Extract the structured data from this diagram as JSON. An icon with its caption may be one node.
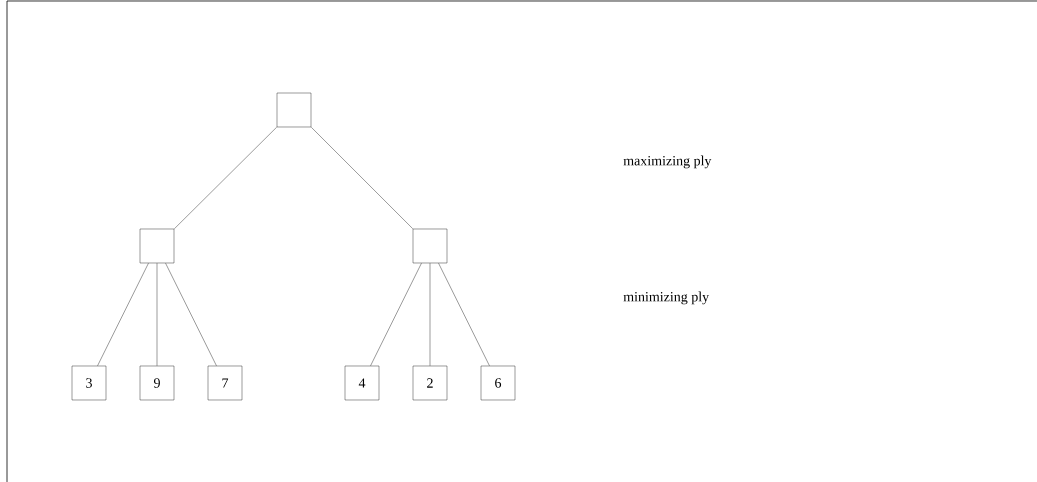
{
  "diagram": {
    "nodes": [
      {
        "text": [],
        "shape": "box"
      },
      {
        "text": [],
        "shape": "box"
      },
      {
        "text": [],
        "shape": "box"
      },
      {
        "text": [
          "3"
        ]
      },
      {
        "text": [
          "9"
        ]
      },
      {
        "text": [
          "7"
        ]
      },
      {
        "text": [
          "4"
        ]
      },
      {
        "text": [
          "2"
        ]
      },
      {
        "text": [
          "6"
        ]
      }
    ],
    "edges": [
      {
        "from": 0,
        "to": 1,
        "arrow": "none"
      },
      {
        "from": 0,
        "to": 2,
        "arrow": "none"
      },
      {
        "from": 1,
        "to": 3,
        "arrow": "none"
      },
      {
        "from": 1,
        "to": 4,
        "arrow": "none"
      },
      {
        "from": 1,
        "to": 5,
        "arrow": "none"
      },
      {
        "from": 2,
        "to": 6,
        "arrow": "none"
      },
      {
        "from": 2,
        "to": 7,
        "arrow": "none"
      },
      {
        "from": 2,
        "to": 8,
        "arrow": "none"
      }
    ],
    "labels": [
      "maximizing ply",
      "minimizing ply"
    ]
  }
}
